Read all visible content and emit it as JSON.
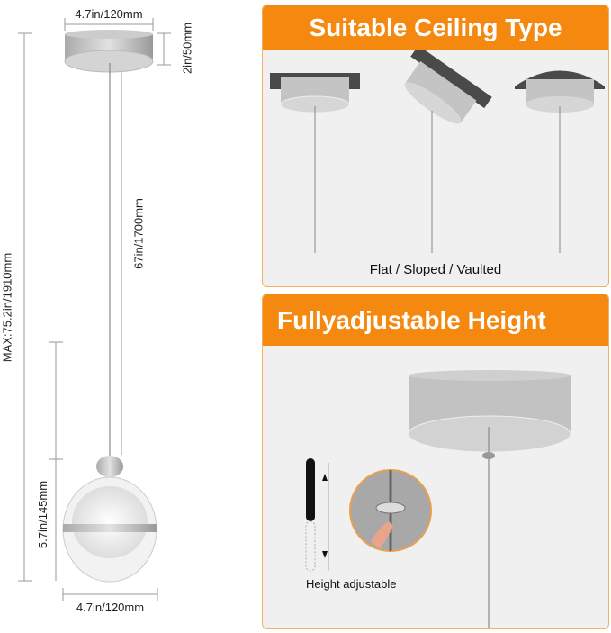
{
  "dimensions": {
    "canopy_width": "4.7in/120mm",
    "canopy_height": "2in/50mm",
    "max_height": "MAX:75.2in/1910mm",
    "cord_length": "67in/1700mm",
    "shade_height": "5.7in/145mm",
    "shade_width": "4.7in/120mm"
  },
  "ceiling_panel": {
    "title": "Suitable Ceiling Type",
    "caption": "Flat / Sloped / Vaulted"
  },
  "height_panel": {
    "title": "Fullyadjustable Height",
    "caption": "Height adjustable"
  },
  "colors": {
    "accent": "#f5890f",
    "panel_bg": "#f0f0f0"
  }
}
